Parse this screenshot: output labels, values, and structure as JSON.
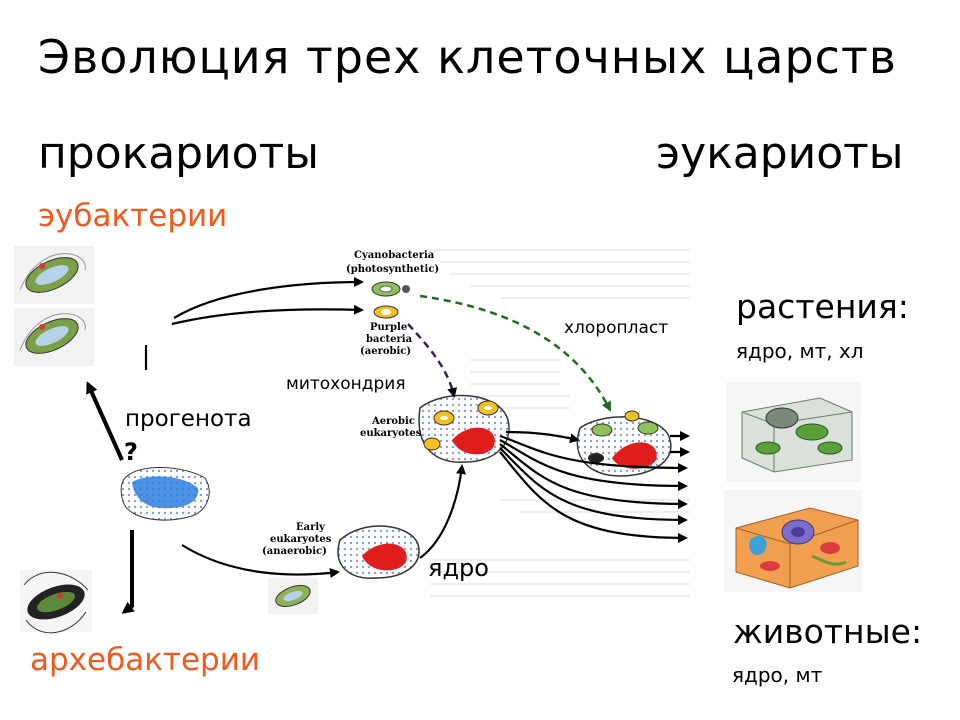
{
  "title": "Эволюция трех клеточных царств",
  "prokaryotes": "прокариоты",
  "eukaryotes": "эукариоты",
  "eubacteria": "эубактерии",
  "archaebacteria": "архебактерии",
  "plants": {
    "label": "растения:",
    "organelles": "ядро, мт, хл"
  },
  "animals": {
    "label": "животные:",
    "organelles": "ядро, мт"
  },
  "diagram_labels": {
    "progenota": "прогенота",
    "mitochondrion": "митохондрия",
    "chloroplast": "хлоропласт",
    "nucleus": "ядро",
    "question": "?"
  },
  "figure_labels": {
    "cyano": "Cyanobacteria",
    "cyano_sub": "(photosynthetic)",
    "purple": "Purple",
    "purple2": "bacteria",
    "purple3": "(aerobic)",
    "aerobic": "Aerobic",
    "aerobic2": "eukaryotes",
    "early": "Early",
    "early2": "eukaryotes",
    "early3": "(anaerobic)"
  },
  "colors": {
    "accent": "#f05a1e"
  }
}
